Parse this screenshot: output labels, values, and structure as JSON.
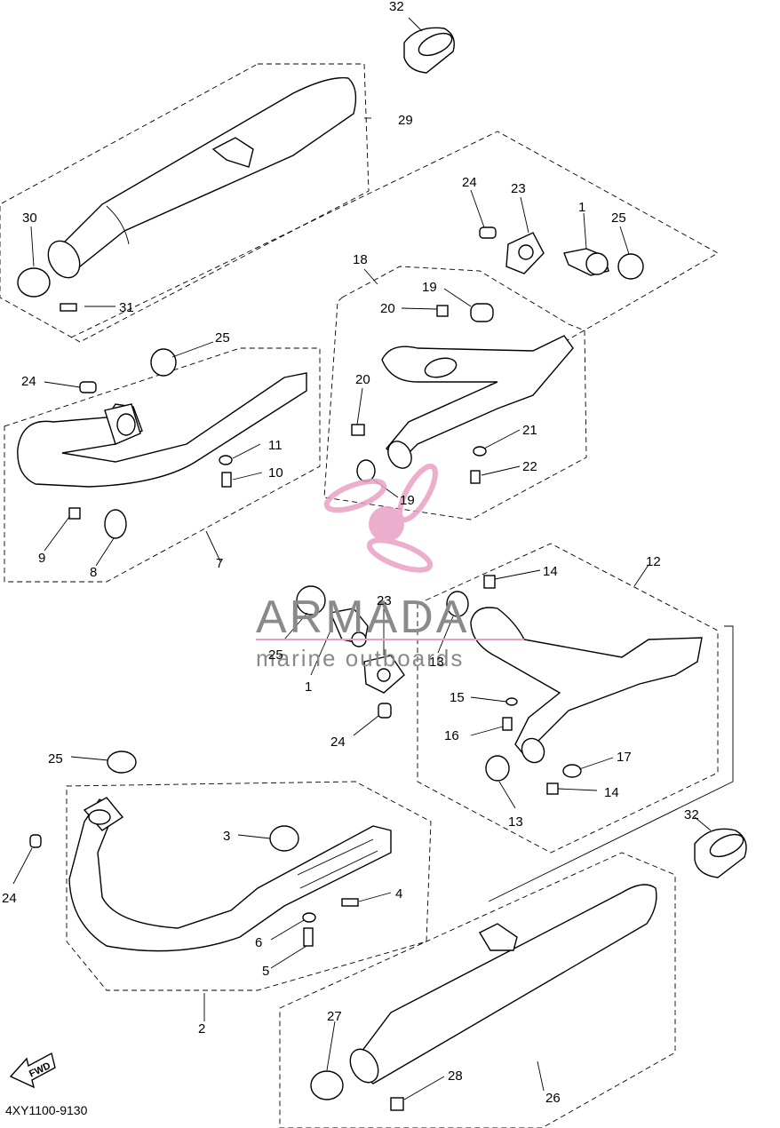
{
  "diagram": {
    "part_code": "4XY1100-9130",
    "fwd_label": "FWD",
    "watermark": {
      "brand": "ARMADA",
      "tagline": "marine outboards",
      "accent": "#e8a0c4",
      "text_color": "#8a8a8a"
    },
    "callouts": [
      {
        "id": "c32a",
        "text": "32"
      },
      {
        "id": "c29",
        "text": "29"
      },
      {
        "id": "c30",
        "text": "30"
      },
      {
        "id": "c31",
        "text": "31"
      },
      {
        "id": "c24a",
        "text": "24"
      },
      {
        "id": "c23a",
        "text": "23"
      },
      {
        "id": "c1a",
        "text": "1"
      },
      {
        "id": "c25a",
        "text": "25"
      },
      {
        "id": "c18",
        "text": "18"
      },
      {
        "id": "c19a",
        "text": "19"
      },
      {
        "id": "c20a",
        "text": "20"
      },
      {
        "id": "c20b",
        "text": "20"
      },
      {
        "id": "c21",
        "text": "21"
      },
      {
        "id": "c22",
        "text": "22"
      },
      {
        "id": "c19b",
        "text": "19"
      },
      {
        "id": "c25b",
        "text": "25"
      },
      {
        "id": "c24b",
        "text": "24"
      },
      {
        "id": "c11",
        "text": "11"
      },
      {
        "id": "c10",
        "text": "10"
      },
      {
        "id": "c9",
        "text": "9"
      },
      {
        "id": "c8",
        "text": "8"
      },
      {
        "id": "c7",
        "text": "7"
      },
      {
        "id": "c14a",
        "text": "14"
      },
      {
        "id": "c12",
        "text": "12"
      },
      {
        "id": "c23b",
        "text": "23"
      },
      {
        "id": "c25c",
        "text": "25"
      },
      {
        "id": "c1b",
        "text": "1"
      },
      {
        "id": "c13a",
        "text": "13"
      },
      {
        "id": "c15",
        "text": "15"
      },
      {
        "id": "c16",
        "text": "16"
      },
      {
        "id": "c24c",
        "text": "24"
      },
      {
        "id": "c17",
        "text": "17"
      },
      {
        "id": "c14b",
        "text": "14"
      },
      {
        "id": "c13b",
        "text": "13"
      },
      {
        "id": "c25d",
        "text": "25"
      },
      {
        "id": "c3",
        "text": "3"
      },
      {
        "id": "c24d",
        "text": "24"
      },
      {
        "id": "c4",
        "text": "4"
      },
      {
        "id": "c6",
        "text": "6"
      },
      {
        "id": "c5",
        "text": "5"
      },
      {
        "id": "c2",
        "text": "2"
      },
      {
        "id": "c32b",
        "text": "32"
      },
      {
        "id": "c27",
        "text": "27"
      },
      {
        "id": "c28",
        "text": "28"
      },
      {
        "id": "c26",
        "text": "26"
      }
    ]
  }
}
